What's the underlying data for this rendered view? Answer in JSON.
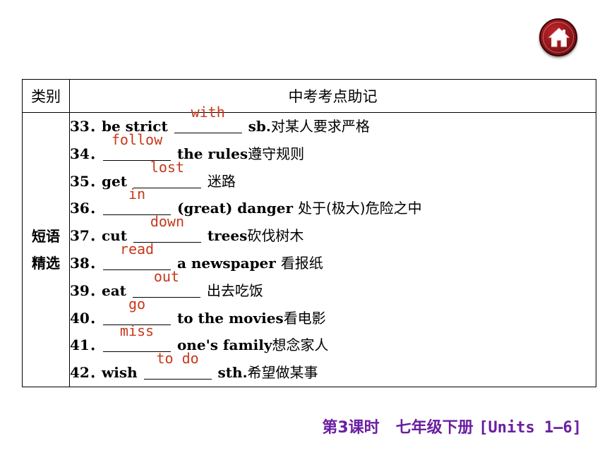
{
  "home_button": {
    "icon": "home-icon",
    "color": "#8e1418"
  },
  "table": {
    "header_category": "类别",
    "header_title": "中考考点助记",
    "category_line1": "短语",
    "category_line2": "精选",
    "rows": [
      {
        "num": "33．",
        "pre": "be strict ",
        "answer": "with",
        "post": " sb.",
        "zh": "对某人要求严格"
      },
      {
        "num": "34．",
        "pre": "",
        "answer": "follow",
        "post": " the rules",
        "zh": "遵守规则"
      },
      {
        "num": "35．",
        "pre": "get ",
        "answer": "lost",
        "post": " ",
        "zh": "迷路"
      },
      {
        "num": "36．",
        "pre": "",
        "answer": "in",
        "post": " (great) danger ",
        "zh": "处于(极大)危险之中"
      },
      {
        "num": "37．",
        "pre": "cut ",
        "answer": "down",
        "post": " trees",
        "zh": "砍伐树木"
      },
      {
        "num": "38．",
        "pre": "",
        "answer": "read",
        "post": " a newspaper ",
        "zh": "看报纸"
      },
      {
        "num": "39．",
        "pre": "eat ",
        "answer": "out",
        "post": " ",
        "zh": "出去吃饭"
      },
      {
        "num": "40．",
        "pre": "",
        "answer": "go",
        "post": " to the movies",
        "zh": "看电影"
      },
      {
        "num": "41．",
        "pre": "",
        "answer": "miss",
        "post": " one's family",
        "zh": "想念家人"
      },
      {
        "num": "42．",
        "pre": "wish ",
        "answer": "to do",
        "post": "  sth.",
        "zh": "希望做某事"
      }
    ]
  },
  "footer": {
    "lesson": "第3课时",
    "grade": "七年级下册",
    "units": "[Units 1—6]",
    "color": "#6a1fa0"
  }
}
